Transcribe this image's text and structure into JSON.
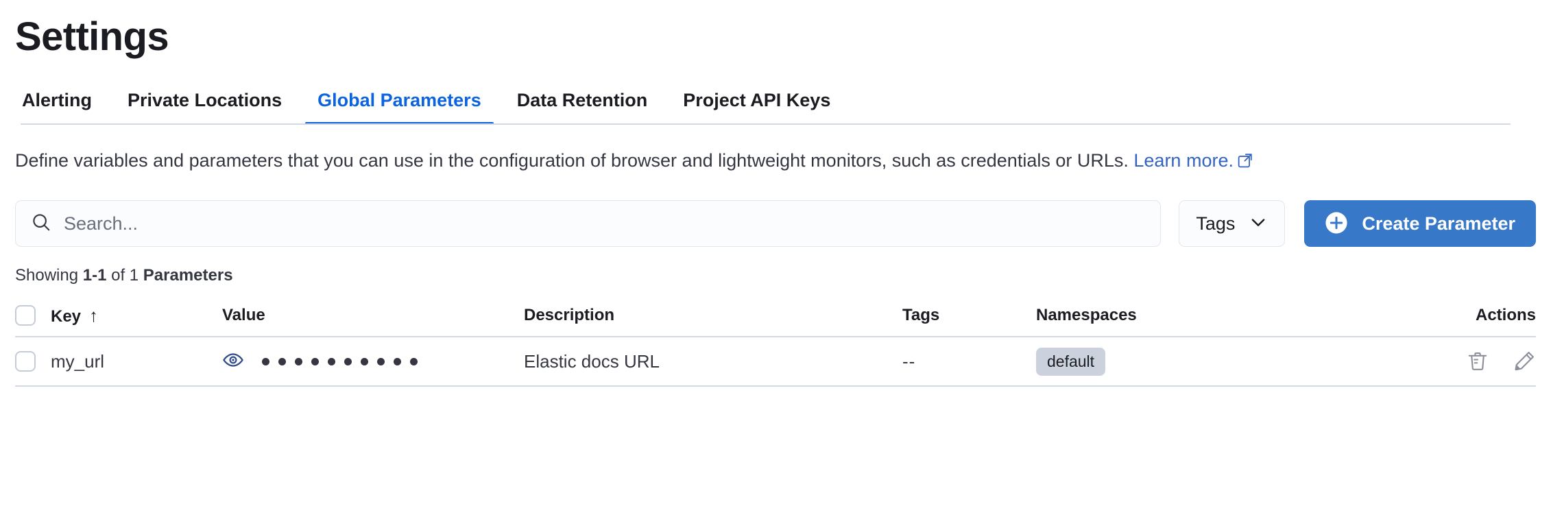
{
  "page": {
    "title": "Settings"
  },
  "tabs": [
    {
      "label": "Alerting",
      "active": false
    },
    {
      "label": "Private Locations",
      "active": false
    },
    {
      "label": "Global Parameters",
      "active": true
    },
    {
      "label": "Data Retention",
      "active": false
    },
    {
      "label": "Project API Keys",
      "active": false
    }
  ],
  "description": {
    "text": "Define variables and parameters that you can use in the configuration of browser and lightweight monitors, such as credentials or URLs.",
    "link_label": "Learn more.",
    "link_icon": "external-link-icon"
  },
  "controls": {
    "search": {
      "placeholder": "Search...",
      "value": "",
      "icon": "search-icon"
    },
    "tags_filter": {
      "label": "Tags",
      "icon": "chevron-down-icon"
    },
    "create_button": {
      "label": "Create Parameter",
      "icon": "plus-circle-icon",
      "color": "#3878c8"
    }
  },
  "results": {
    "showing_prefix": "Showing ",
    "range": "1-1",
    "of": " of 1 ",
    "entity": "Parameters"
  },
  "table": {
    "columns": [
      {
        "label": "Key",
        "sort": "↑"
      },
      {
        "label": "Value"
      },
      {
        "label": "Description"
      },
      {
        "label": "Tags"
      },
      {
        "label": "Namespaces"
      },
      {
        "label": "Actions"
      }
    ],
    "rows": [
      {
        "key": "my_url",
        "value_masked": "●●●●●●●●●●",
        "value_mask_count": 10,
        "value_toggle_icon": "eye-icon",
        "description": "Elastic docs URL",
        "tags": "--",
        "namespace": "default",
        "actions": [
          "trash-icon",
          "pencil-icon"
        ]
      }
    ]
  },
  "colors": {
    "accent": "#0b64dd",
    "link": "#3263c4",
    "primary_button": "#3878c8",
    "border": "#d3dae6",
    "badge": "#cbd2de"
  }
}
